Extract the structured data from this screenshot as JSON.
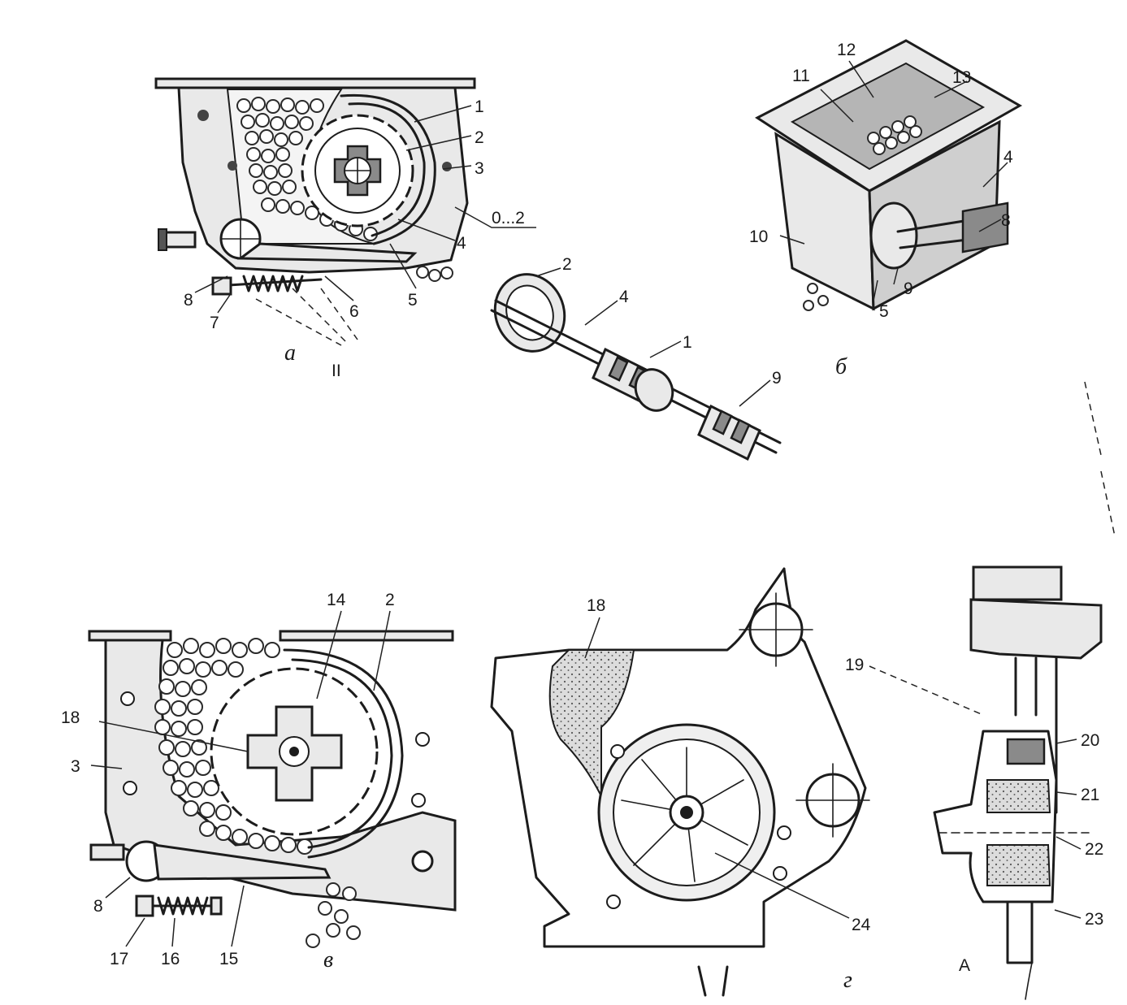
{
  "figure": {
    "panels": [
      {
        "id": "a",
        "caption": "а",
        "callouts": [
          "1",
          "2",
          "3",
          "0...2",
          "4",
          "5",
          "6",
          "7",
          "8",
          "II"
        ]
      },
      {
        "id": "b_shaft",
        "caption": "",
        "callouts": [
          "2",
          "4",
          "1",
          "9"
        ]
      },
      {
        "id": "b",
        "caption": "б",
        "callouts": [
          "11",
          "12",
          "13",
          "4",
          "10",
          "8",
          "9",
          "5"
        ]
      },
      {
        "id": "v",
        "caption": "в",
        "callouts": [
          "14",
          "2",
          "18",
          "3",
          "8",
          "17",
          "16",
          "15"
        ]
      },
      {
        "id": "g",
        "caption": "г",
        "callouts": [
          "18",
          "19",
          "20",
          "21",
          "22",
          "23",
          "24",
          "А"
        ]
      }
    ]
  }
}
